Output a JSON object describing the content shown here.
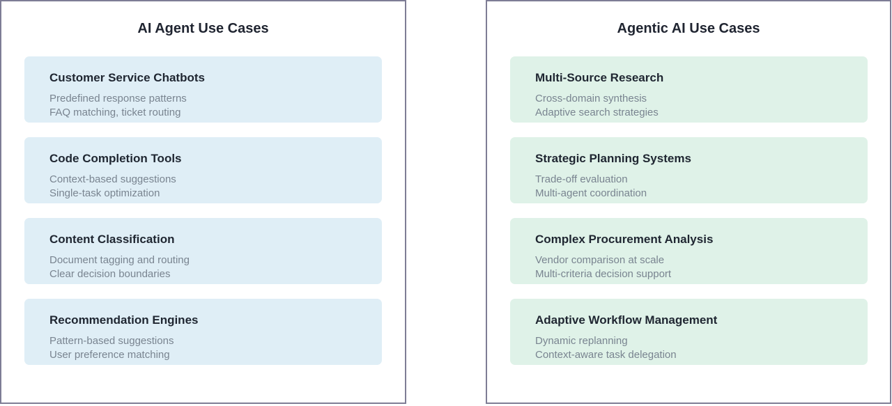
{
  "colors": {
    "panel_border": "#7e7d95",
    "left_card_bg": "#dfeef6",
    "right_card_bg": "#dff2e8",
    "title_text": "#1f2430",
    "detail_text": "#798490"
  },
  "left_panel": {
    "title": "AI Agent Use Cases",
    "cards": [
      {
        "title": "Customer Service Chatbots",
        "lines": [
          "Predefined response patterns",
          "FAQ matching, ticket routing"
        ]
      },
      {
        "title": "Code Completion Tools",
        "lines": [
          "Context-based suggestions",
          "Single-task optimization"
        ]
      },
      {
        "title": "Content Classification",
        "lines": [
          "Document tagging and routing",
          "Clear decision boundaries"
        ]
      },
      {
        "title": "Recommendation Engines",
        "lines": [
          "Pattern-based suggestions",
          "User preference matching"
        ]
      }
    ]
  },
  "right_panel": {
    "title": "Agentic AI Use Cases",
    "cards": [
      {
        "title": "Multi-Source Research",
        "lines": [
          "Cross-domain synthesis",
          "Adaptive search strategies"
        ]
      },
      {
        "title": "Strategic Planning Systems",
        "lines": [
          "Trade-off evaluation",
          "Multi-agent coordination"
        ]
      },
      {
        "title": "Complex Procurement Analysis",
        "lines": [
          "Vendor comparison at scale",
          "Multi-criteria decision support"
        ]
      },
      {
        "title": "Adaptive Workflow Management",
        "lines": [
          "Dynamic replanning",
          "Context-aware task delegation"
        ]
      }
    ]
  }
}
